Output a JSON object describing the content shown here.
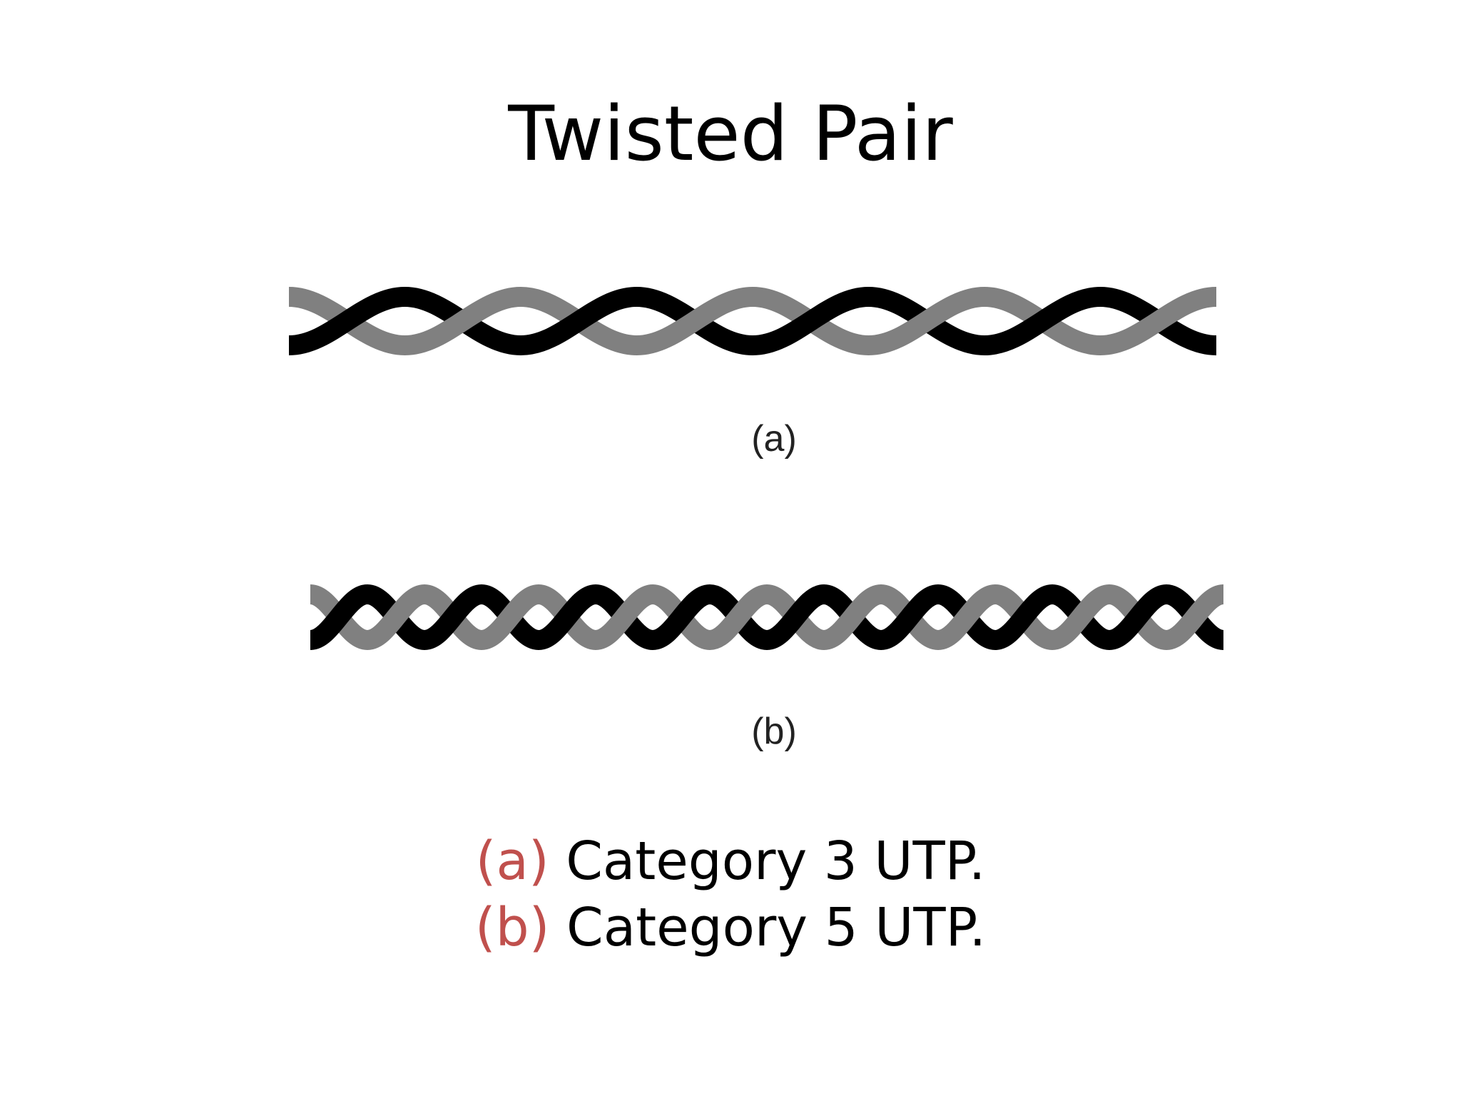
{
  "slide": {
    "title": "Twisted Pair"
  },
  "figures": [
    {
      "id": "a",
      "label": "(a)",
      "twists": 8
    },
    {
      "id": "b",
      "label": "(b)",
      "twists": 16
    }
  ],
  "captions": [
    {
      "marker": "(a)",
      "text": " Category 3 UTP."
    },
    {
      "marker": "(b)",
      "text": " Category 5 UTP."
    }
  ],
  "colors": {
    "strand_dark": "#000000",
    "strand_light": "#808080",
    "caption_marker": "#c0504d",
    "background": "#ffffff"
  }
}
